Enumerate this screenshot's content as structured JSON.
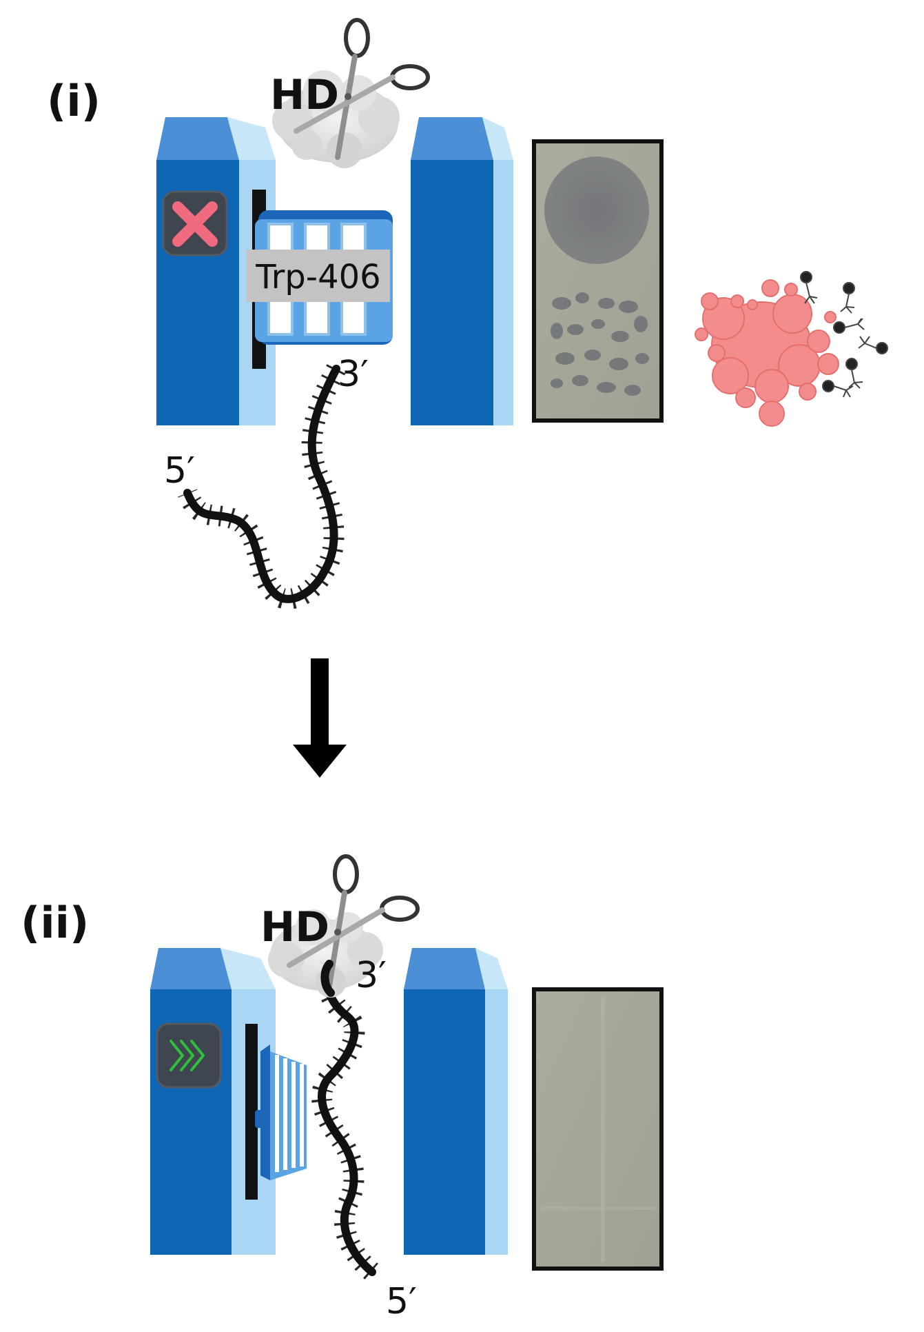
{
  "panels": {
    "one": {
      "label": "(i)",
      "enzyme": "HD",
      "protein_label": "Trp-406",
      "end3": "3′",
      "end5": "5′",
      "status_icon": "x-mark-icon",
      "plate": "plaques-present"
    },
    "two": {
      "label": "(ii)",
      "enzyme": "HD",
      "end3": "3′",
      "end5": "5′",
      "status_icon": "chevrons-right-icon",
      "plate": "no-plaques"
    }
  },
  "colors": {
    "channel_dark": "#0f66b4",
    "channel_top": "#4b8fd6",
    "channel_side": "#a9d6f3",
    "x_mark": "#f06a80",
    "chevrons": "#2fbf3a",
    "lysis_blob": "#f38c8c",
    "plate_bg": "#a4a898",
    "protein_label_bg": "#c3c3c3"
  }
}
